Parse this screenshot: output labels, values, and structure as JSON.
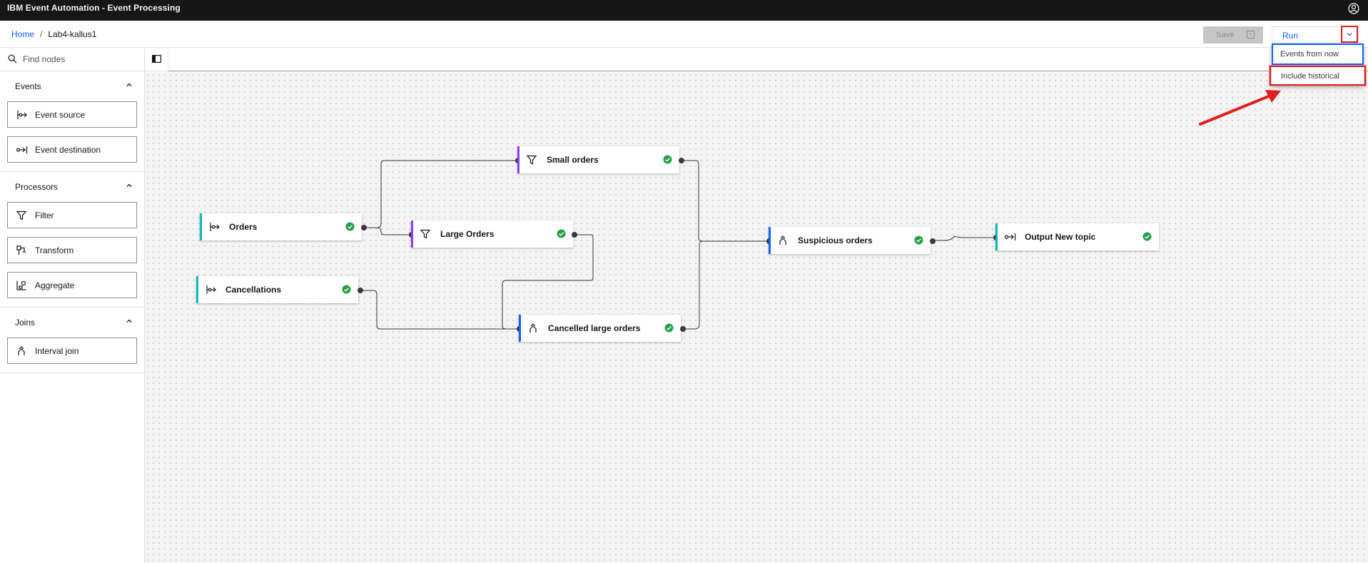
{
  "app": {
    "title": "IBM Event Automation - Event Processing"
  },
  "breadcrumb": {
    "home": "Home",
    "separator": "/",
    "current": "Lab4-kallus1"
  },
  "toolbar": {
    "save_label": "Save",
    "run_label": "Run"
  },
  "run_menu": {
    "items": [
      "Events from now",
      "Include historical"
    ]
  },
  "search": {
    "placeholder": "Find nodes"
  },
  "palette": {
    "sections": [
      {
        "title": "Events",
        "items": [
          "Event source",
          "Event destination"
        ]
      },
      {
        "title": "Processors",
        "items": [
          "Filter",
          "Transform",
          "Aggregate"
        ]
      },
      {
        "title": "Joins",
        "items": [
          "Interval join"
        ]
      }
    ]
  },
  "nodes": {
    "orders": "Orders",
    "cancellations": "Cancellations",
    "small_orders": "Small orders",
    "large_orders": "Large Orders",
    "cancelled_large_orders": "Cancelled large orders",
    "suspicious_orders": "Suspicious orders",
    "output": "Output New topic"
  },
  "colors": {
    "accent": "#0f62fe",
    "source": "#08bdba",
    "filter": "#8a3ffc",
    "join": "#0f62fe",
    "valid": "#24a148",
    "annotation": "#e02020"
  }
}
